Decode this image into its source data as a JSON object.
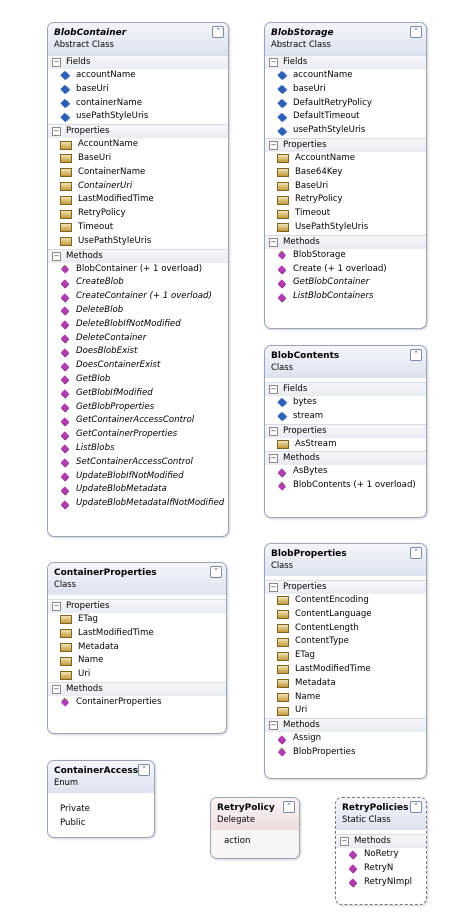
{
  "boxes": {
    "blob_container": {
      "title": "BlobContainer",
      "kind": "Abstract Class",
      "sec_fields": "Fields",
      "fields": [
        "accountName",
        "baseUri",
        "containerName",
        "usePathStyleUris"
      ],
      "sec_properties": "Properties",
      "properties": [
        "AccountName",
        "BaseUri",
        "ContainerName",
        "ContainerUri",
        "LastModifiedTime",
        "RetryPolicy",
        "Timeout",
        "UsePathStyleUris"
      ],
      "sec_methods": "Methods",
      "methods": [
        "BlobContainer (+ 1 overload)",
        "CreateBlob",
        "CreateContainer (+ 1 overload)",
        "DeleteBlob",
        "DeleteBlobIfNotModified",
        "DeleteContainer",
        "DoesBlobExist",
        "DoesContainerExist",
        "GetBlob",
        "GetBlobIfModified",
        "GetBlobProperties",
        "GetContainerAccessControl",
        "GetContainerProperties",
        "ListBlobs",
        "SetContainerAccessControl",
        "UpdateBlobIfNotModified",
        "UpdateBlobMetadata",
        "UpdateBlobMetadataIfNotModified"
      ]
    },
    "blob_storage": {
      "title": "BlobStorage",
      "kind": "Abstract Class",
      "sec_fields": "Fields",
      "fields": [
        "accountName",
        "baseUri",
        "DefaultRetryPolicy",
        "DefaultTimeout",
        "usePathStyleUris"
      ],
      "sec_properties": "Properties",
      "properties": [
        "AccountName",
        "Base64Key",
        "BaseUri",
        "RetryPolicy",
        "Timeout",
        "UsePathStyleUris"
      ],
      "sec_methods": "Methods",
      "methods": [
        "BlobStorage",
        "Create (+ 1 overload)",
        "GetBlobContainer",
        "ListBlobContainers"
      ]
    },
    "blob_contents": {
      "title": "BlobContents",
      "kind": "Class",
      "sec_fields": "Fields",
      "fields": [
        "bytes",
        "stream"
      ],
      "sec_properties": "Properties",
      "properties": [
        "AsStream"
      ],
      "sec_methods": "Methods",
      "methods": [
        "AsBytes",
        "BlobContents (+ 1 overload)"
      ]
    },
    "container_properties": {
      "title": "ContainerProperties",
      "kind": "Class",
      "sec_properties": "Properties",
      "properties": [
        "ETag",
        "LastModifiedTime",
        "Metadata",
        "Name",
        "Uri"
      ],
      "sec_methods": "Methods",
      "methods": [
        "ContainerProperties"
      ]
    },
    "blob_properties": {
      "title": "BlobProperties",
      "kind": "Class",
      "sec_properties": "Properties",
      "properties": [
        "ContentEncoding",
        "ContentLanguage",
        "ContentLength",
        "ContentType",
        "ETag",
        "LastModifiedTime",
        "Metadata",
        "Name",
        "Uri"
      ],
      "sec_methods": "Methods",
      "methods": [
        "Assign",
        "BlobProperties"
      ]
    },
    "container_access": {
      "title": "ContainerAccess...",
      "kind": "Enum",
      "values": [
        "Private",
        "Public"
      ]
    },
    "retry_policy": {
      "title": "RetryPolicy",
      "kind": "Delegate",
      "params": [
        "action"
      ]
    },
    "retry_policies": {
      "title": "RetryPolicies",
      "kind": "Static Class",
      "sec_methods": "Methods",
      "methods": [
        "NoRetry",
        "RetryN",
        "RetryNImpl"
      ]
    }
  },
  "icons": {
    "collapse": "double-chevron-up-icon",
    "section_toggle": "minus-toggle-icon",
    "field": "field-icon",
    "property": "property-icon",
    "method": "method-icon"
  }
}
